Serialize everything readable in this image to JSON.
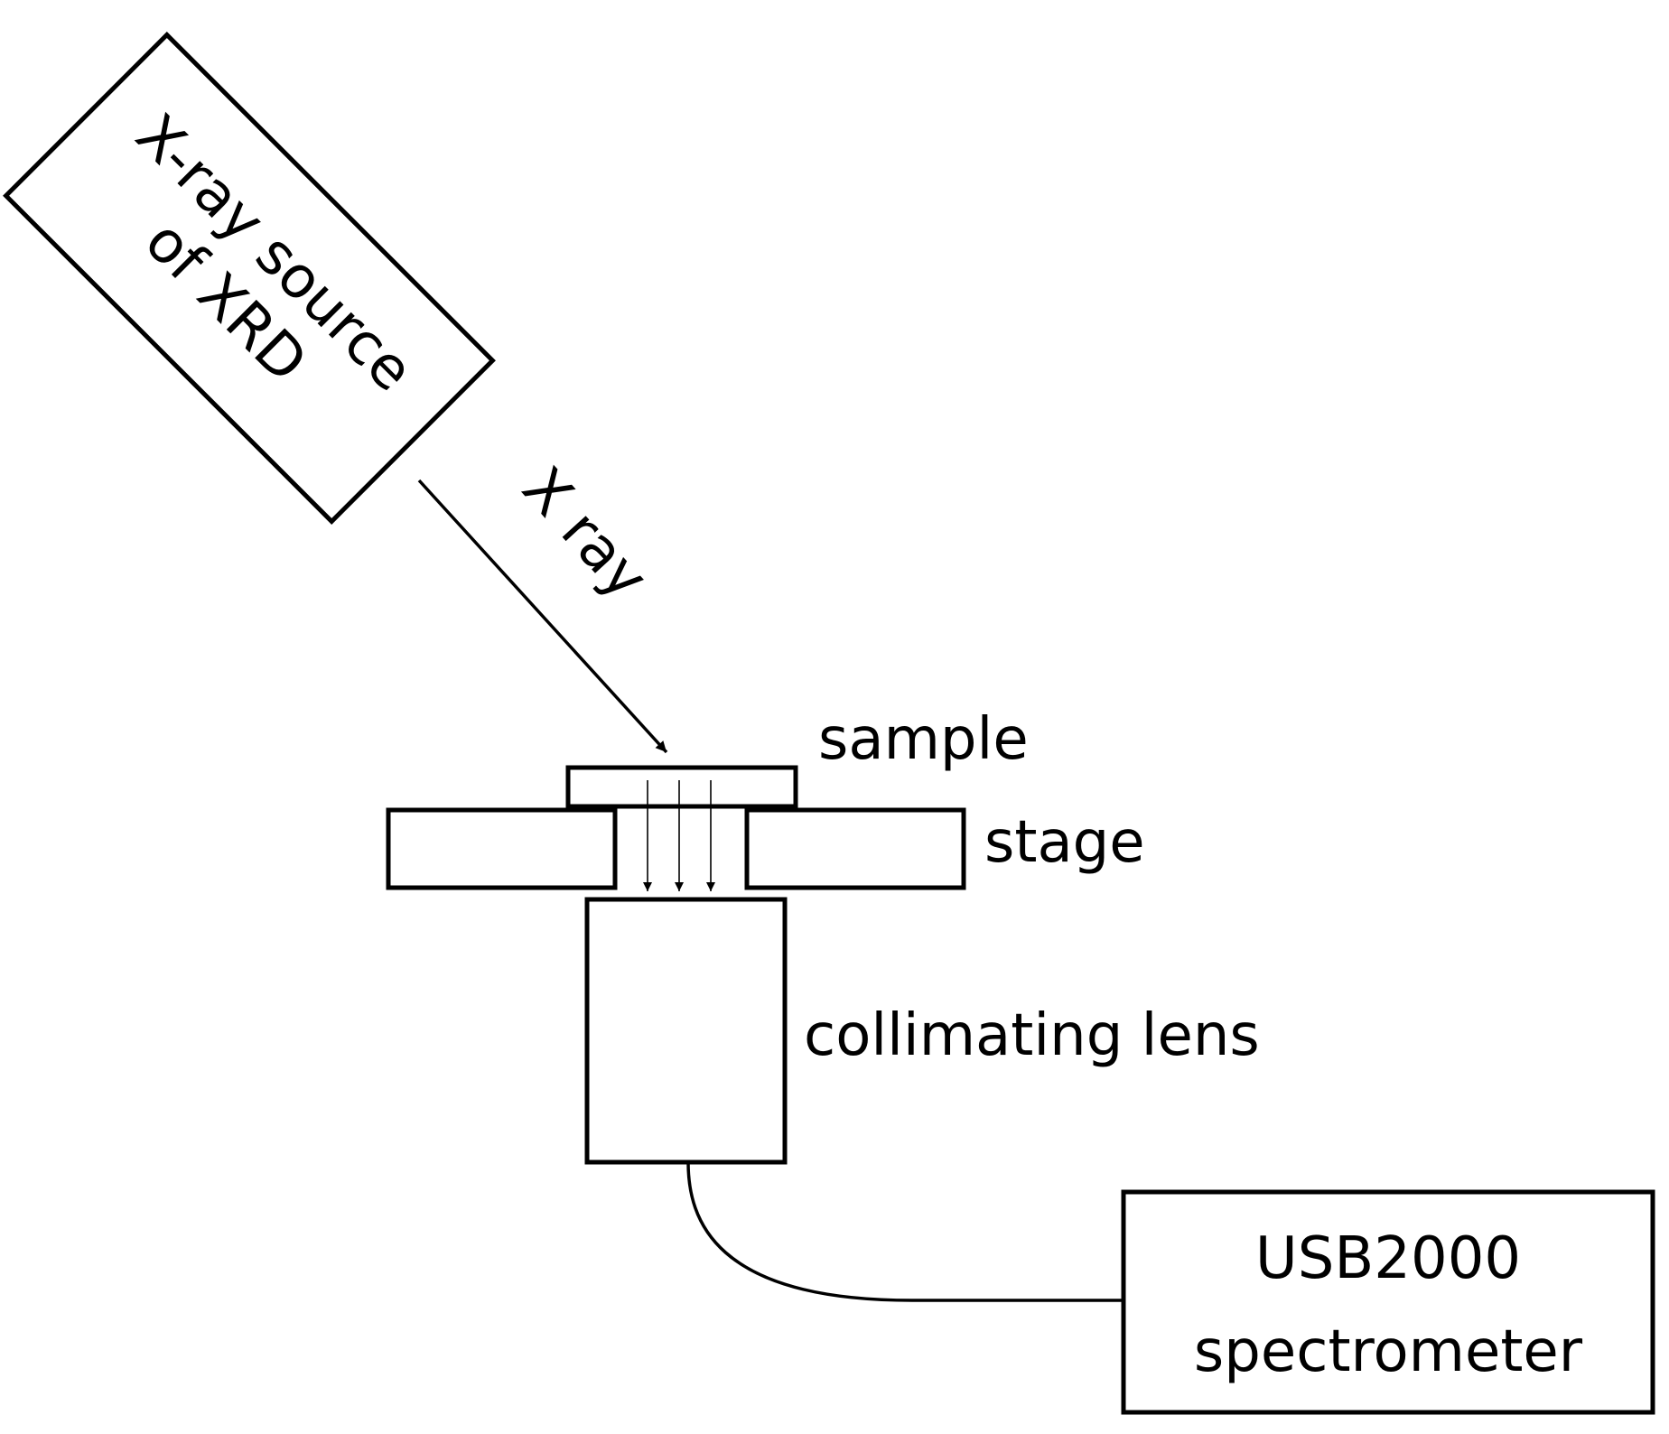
{
  "source": {
    "line1": "X-ray source",
    "line2": "of XRD"
  },
  "beam_label": "X ray",
  "sample_label": "sample",
  "stage_label": "stage",
  "lens_label": "collimating lens",
  "spectrometer": {
    "line1": "USB2000",
    "line2": "spectrometer"
  }
}
